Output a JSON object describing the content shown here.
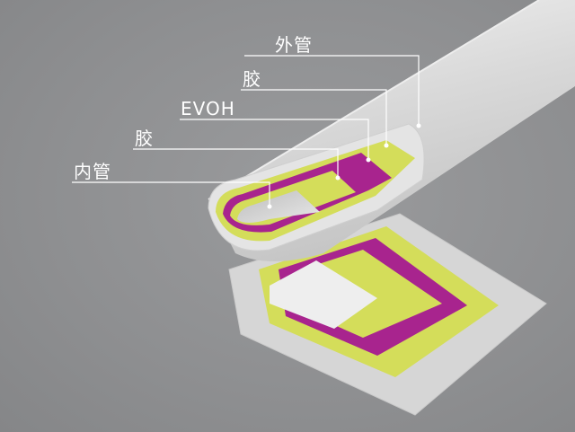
{
  "diagram": {
    "layers": [
      {
        "id": "outer-tube",
        "label": "外管",
        "color": "#dcdcdc"
      },
      {
        "id": "adhesive-outer",
        "label": "胶",
        "color": "#d4dd5a"
      },
      {
        "id": "evoh",
        "label": "EVOH",
        "color": "#a8248e"
      },
      {
        "id": "adhesive-inner",
        "label": "胶",
        "color": "#d4dd5a"
      },
      {
        "id": "inner-tube",
        "label": "内管",
        "color": "#e6e6e6"
      }
    ],
    "colors": {
      "background": "#8f9092",
      "leader_line": "#ffffff",
      "label_text": "#ffffff"
    }
  }
}
